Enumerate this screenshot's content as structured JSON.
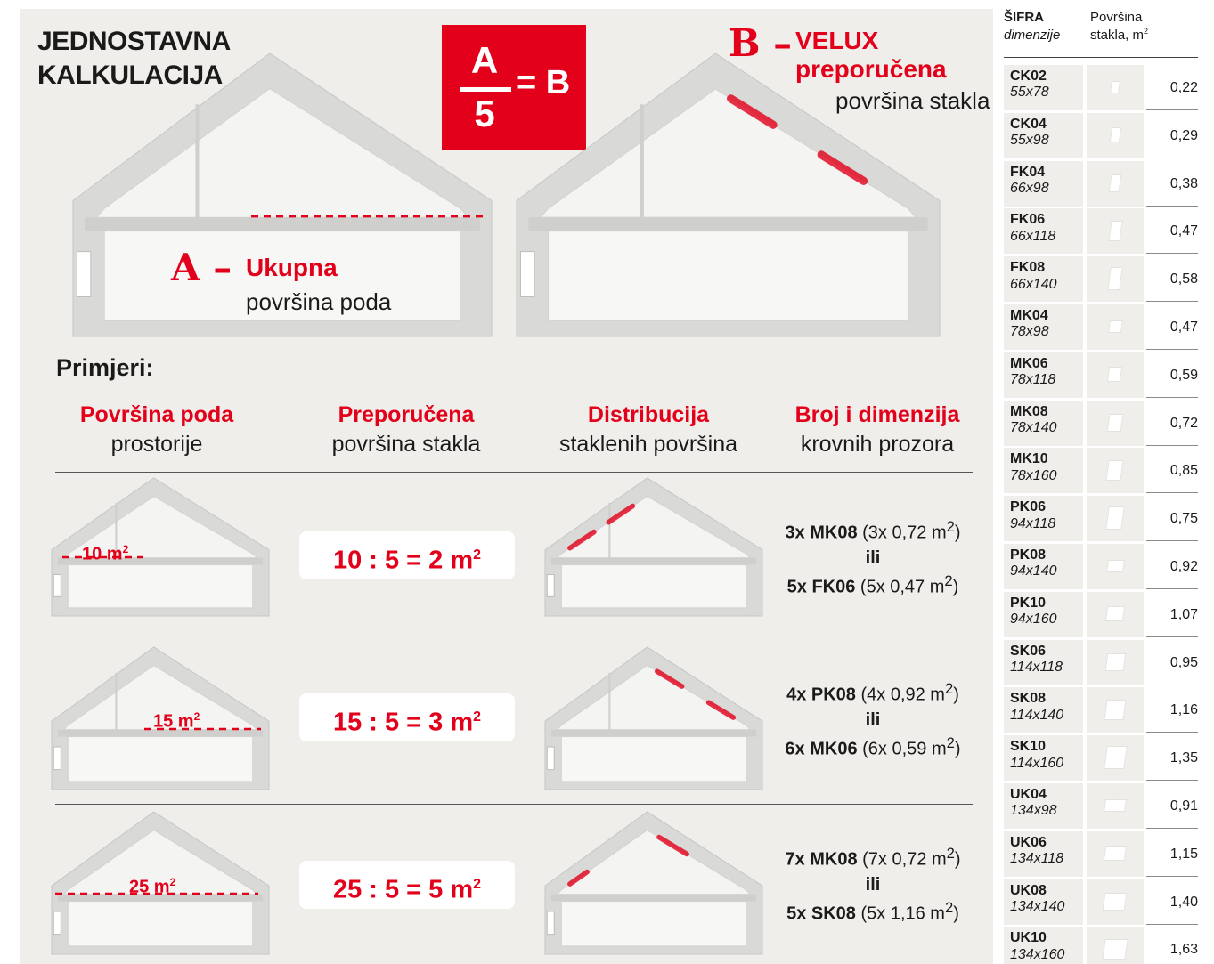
{
  "title": {
    "line1": "JEDNOSTAVNA",
    "line2": "KALKULACIJA"
  },
  "formula": {
    "numerator": "A",
    "denominator": "5",
    "result": "= B"
  },
  "label_a": {
    "letter": "A –",
    "bold": "Ukupna",
    "sub": "površina poda"
  },
  "label_b": {
    "letter": "B –",
    "bold1": "VELUX",
    "bold2": "preporučena",
    "sub": "površina stakla"
  },
  "examples": {
    "title": "Primjeri:",
    "columns": [
      {
        "bold": "Površina poda",
        "sub": "prostorije"
      },
      {
        "bold": "Preporučena",
        "sub": "površina stakla"
      },
      {
        "bold": "Distribucija",
        "sub": "staklenih površina"
      },
      {
        "bold": "Broj i dimenzija",
        "sub": "krovnih prozora"
      }
    ],
    "rows": [
      {
        "floor_num": "10 m",
        "floor_exp": "2",
        "calc": "10 : 5 = 2 m",
        "calc_exp": "2",
        "opt1_bold": "3x MK08",
        "opt1_rest": " (3x 0,72 m",
        "opt1_exp": "2",
        "opt1_close": ")",
        "or": "ili",
        "opt2_bold": "5x FK06",
        "opt2_rest": " (5x 0,47 m",
        "opt2_exp": "2",
        "opt2_close": ")"
      },
      {
        "floor_num": "15 m",
        "floor_exp": "2",
        "calc": "15 : 5 = 3 m",
        "calc_exp": "2",
        "opt1_bold": "4x PK08",
        "opt1_rest": " (4x 0,92 m",
        "opt1_exp": "2",
        "opt1_close": ")",
        "or": "ili",
        "opt2_bold": "6x MK06",
        "opt2_rest": " (6x 0,59 m",
        "opt2_exp": "2",
        "opt2_close": ")"
      },
      {
        "floor_num": "25 m",
        "floor_exp": "2",
        "calc": "25 : 5 = 5 m",
        "calc_exp": "2",
        "opt1_bold": "7x MK08",
        "opt1_rest": " (7x 0,72 m",
        "opt1_exp": "2",
        "opt1_close": ")",
        "or": "ili",
        "opt2_bold": "5x SK08",
        "opt2_rest": " (5x 1,16 m",
        "opt2_exp": "2",
        "opt2_close": ")"
      }
    ]
  },
  "table": {
    "header_code": "ŠIFRA",
    "header_dim": "dimenzije",
    "header_area1": "Površina",
    "header_area2": "stakla, m",
    "header_area_exp": "2",
    "rows": [
      {
        "code": "CK02",
        "dim": "55x78",
        "area": "0,22"
      },
      {
        "code": "CK04",
        "dim": "55x98",
        "area": "0,29"
      },
      {
        "code": "FK04",
        "dim": "66x98",
        "area": "0,38"
      },
      {
        "code": "FK06",
        "dim": "66x118",
        "area": "0,47"
      },
      {
        "code": "FK08",
        "dim": "66x140",
        "area": "0,58"
      },
      {
        "code": "MK04",
        "dim": "78x98",
        "area": "0,47"
      },
      {
        "code": "MK06",
        "dim": "78x118",
        "area": "0,59"
      },
      {
        "code": "MK08",
        "dim": "78x140",
        "area": "0,72"
      },
      {
        "code": "MK10",
        "dim": "78x160",
        "area": "0,85"
      },
      {
        "code": "PK06",
        "dim": "94x118",
        "area": "0,75"
      },
      {
        "code": "PK08",
        "dim": "94x140",
        "area": "0,92"
      },
      {
        "code": "PK10",
        "dim": "94x160",
        "area": "1,07"
      },
      {
        "code": "SK06",
        "dim": "114x118",
        "area": "0,95"
      },
      {
        "code": "SK08",
        "dim": "114x140",
        "area": "1,16"
      },
      {
        "code": "SK10",
        "dim": "114x160",
        "area": "1,35"
      },
      {
        "code": "UK04",
        "dim": "134x98",
        "area": "0,91"
      },
      {
        "code": "UK06",
        "dim": "134x118",
        "area": "1,15"
      },
      {
        "code": "UK08",
        "dim": "134x140",
        "area": "1,40"
      },
      {
        "code": "UK10",
        "dim": "134x160",
        "area": "1,63"
      }
    ]
  },
  "colors": {
    "accent": "#e2001a",
    "panel": "#f0eeea",
    "wall": "#d8d8d6"
  }
}
